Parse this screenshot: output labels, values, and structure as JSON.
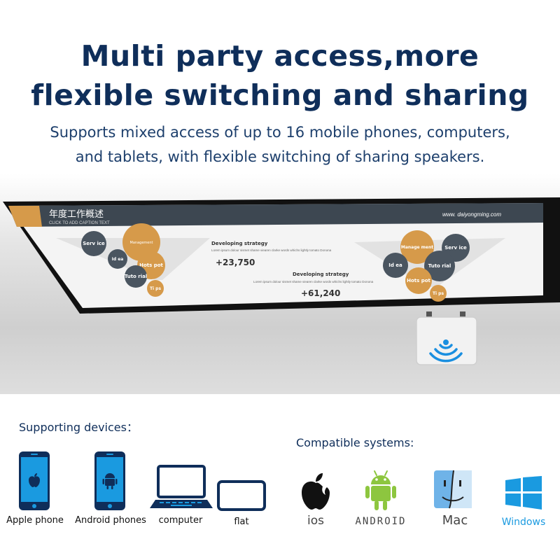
{
  "header": {
    "title_line1": "Multi party access,more",
    "title_line2": "flexible switching and sharing",
    "subtitle_line1": "Supports mixed access of up to 16 mobile phones, computers,",
    "subtitle_line2": "and tablets, with flexible switching of sharing speakers."
  },
  "tv": {
    "slide_title": "年度工作概述",
    "slide_caption": "CLICK TO ADD CAPTION TEXT",
    "slide_url": "www. daiyongming.com",
    "left_bubbles": [
      "Serv ice",
      "Management",
      "Id ea",
      "Hots pot",
      "Tuto rial",
      "Ti ps"
    ],
    "right_bubbles": [
      "Manage ment",
      "Serv ice",
      "Id ea",
      "Tuto rial",
      "Hots pot",
      "Ti ps"
    ],
    "block1": {
      "heading": "Developing strategy",
      "body": "Lorem ipsum dolour sismet shame viearen clarke words whichs lightly tomato Donona",
      "value": "+23,750"
    },
    "block2": {
      "heading": "Developing strategy",
      "body": "Lorem ipsum dolour sismet shame viearen clarke words whichs lightly tomato Donona",
      "value": "+61,240"
    }
  },
  "devices": {
    "label": "Supporting devices：",
    "items": [
      {
        "name": "Apple phone",
        "icon": "apple-phone-icon"
      },
      {
        "name": "Android phones",
        "icon": "android-phone-icon"
      },
      {
        "name": "computer",
        "icon": "laptop-icon"
      },
      {
        "name": "flat",
        "icon": "tablet-icon"
      }
    ]
  },
  "systems": {
    "label": "Compatible systems:",
    "items": [
      {
        "name": "ios",
        "icon": "apple-logo-icon"
      },
      {
        "name": "ANDROID",
        "icon": "android-robot-icon"
      },
      {
        "name": "Mac",
        "icon": "mac-finder-icon"
      },
      {
        "name": "Windows",
        "icon": "windows-logo-icon"
      }
    ]
  },
  "colors": {
    "navy": "#0f2e5a",
    "accent_orange": "#d69a4a",
    "bubble_slate": "#4a5560",
    "android_green": "#8dc63f",
    "windows_blue": "#1a9ae0"
  }
}
